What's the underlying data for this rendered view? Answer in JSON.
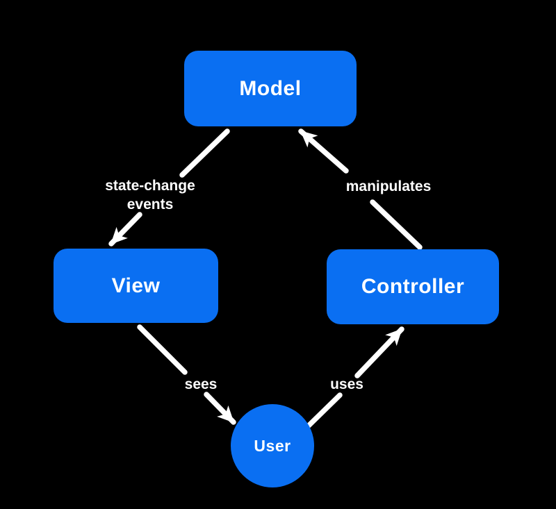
{
  "colors": {
    "background": "#000000",
    "node_fill": "#0a6ff2",
    "node_text": "#ffffff",
    "arrow": "#ffffff",
    "label_text": "#ffffff"
  },
  "nodes": {
    "model": {
      "label": "Model"
    },
    "view": {
      "label": "View"
    },
    "controller": {
      "label": "Controller"
    },
    "user": {
      "label": "User"
    }
  },
  "edges": {
    "model_to_view": {
      "label_line1": "state-change",
      "label_line2": "events"
    },
    "controller_to_model": {
      "label": "manipulates"
    },
    "view_to_user": {
      "label": "sees"
    },
    "user_to_controller": {
      "label": "uses"
    }
  }
}
